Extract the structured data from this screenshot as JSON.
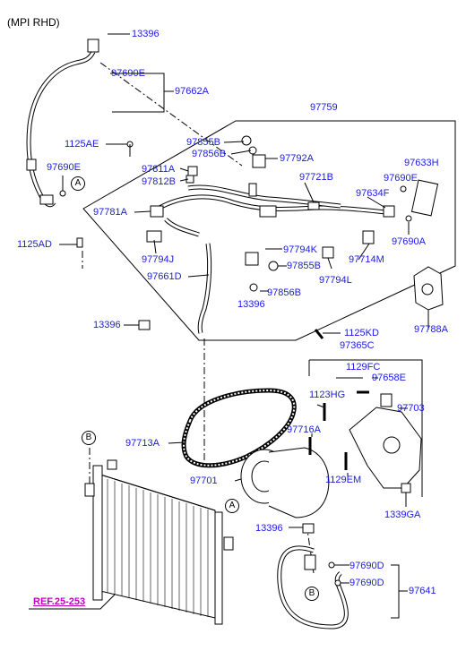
{
  "header": {
    "variant": "(MPI RHD)"
  },
  "reference": {
    "label": "REF.25-253"
  },
  "callouts": {
    "a": "A",
    "b": "B"
  },
  "colors": {
    "label": "#1a1ae6",
    "ref": "#c000c0",
    "line": "#000000"
  },
  "parts": {
    "p13396_top": "13396",
    "p97690E_top": "97690E",
    "p97662A": "97662A",
    "p97759": "97759",
    "p1125AE": "1125AE",
    "p97690E_left": "97690E",
    "p97855B_top": "97855B",
    "p97856B_top": "97856B",
    "p97792A": "97792A",
    "p97811A": "97811A",
    "p97812B": "97812B",
    "p97721B": "97721B",
    "p97633H": "97633H",
    "p97690E_right": "97690E",
    "p97634F": "97634F",
    "p97781A": "97781A",
    "p1125AD": "1125AD",
    "p97794K": "97794K",
    "p97690A": "97690A",
    "p97855B_mid": "97855B",
    "p97714M": "97714M",
    "p97794J": "97794J",
    "p97661D": "97661D",
    "p97794L": "97794L",
    "p97856B_mid": "97856B",
    "p13396_mid": "13396",
    "p97788A": "97788A",
    "p13396_left": "13396",
    "p1125KD": "1125KD",
    "p97365C": "97365C",
    "p1129FC": "1129FC",
    "p1123HG": "1123HG",
    "p97658E": "97658E",
    "p97703": "97703",
    "p97713A": "97713A",
    "p97716A": "97716A",
    "p97701": "97701",
    "p1129EM": "1129EM",
    "p1339GA": "1339GA",
    "p13396_bot": "13396",
    "p97690D_a": "97690D",
    "p97690D_b": "97690D",
    "p97641": "97641"
  }
}
